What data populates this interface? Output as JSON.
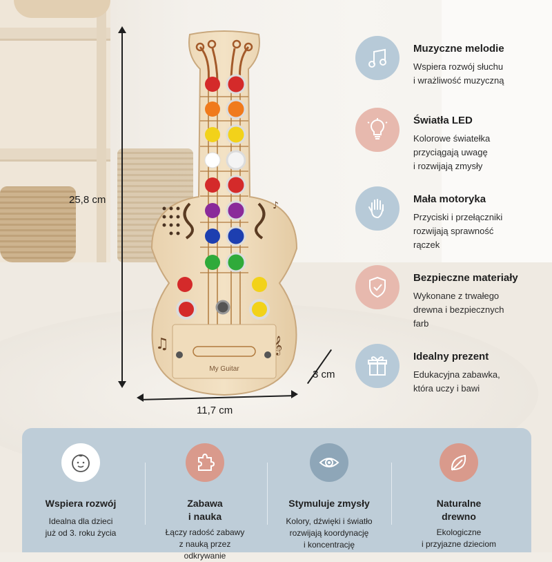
{
  "dimensions": {
    "height": "25,8 cm",
    "width": "11,7 cm",
    "depth": "3 cm"
  },
  "guitar": {
    "plate_label": "My Guitar"
  },
  "features": [
    {
      "title": "Muzyczne melodie",
      "desc1": "Wspiera rozwój słuchu",
      "desc2": "i wrażliwość muzyczną",
      "desc3": "",
      "icon": "music-note-icon",
      "color": "#b7cad8"
    },
    {
      "title": "Światła LED",
      "desc1": "Kolorowe światełka",
      "desc2": "przyciągają uwagę",
      "desc3": "i rozwijają zmysły",
      "icon": "light-bulb-icon",
      "color": "#e7b9ae"
    },
    {
      "title": "Mała motoryka",
      "desc1": "Przyciski i przełączniki",
      "desc2": "rozwijają sprawność",
      "desc3": "rączek",
      "icon": "hand-icon",
      "color": "#b7cad8"
    },
    {
      "title": "Bezpieczne materiały",
      "desc1": "Wykonane z trwałego",
      "desc2": "drewna i bezpiecznych",
      "desc3": "farb",
      "icon": "shield-check-icon",
      "color": "#e7b9ae"
    },
    {
      "title": "Idealny prezent",
      "desc1": "Edukacyjna zabawka,",
      "desc2": "która uczy i bawi",
      "desc3": "",
      "icon": "gift-icon",
      "color": "#b7cad8"
    }
  ],
  "panel": [
    {
      "title1": "Wspiera rozwój",
      "title2": "",
      "desc1": "Idealna dla dzieci",
      "desc2": "już od 3. roku życia",
      "desc3": "",
      "icon": "baby-face-icon",
      "color": "#ffffff"
    },
    {
      "title1": "Zabawa",
      "title2": "i nauka",
      "desc1": "Łączy radość zabawy",
      "desc2": "z nauką przez",
      "desc3": "odkrywanie",
      "icon": "puzzle-icon",
      "color": "#d99a8c"
    },
    {
      "title1": "Stymuluje zmysły",
      "title2": "",
      "desc1": "Kolory, dźwięki i światło",
      "desc2": "rozwijają koordynację",
      "desc3": "i koncentrację",
      "icon": "eye-icon",
      "color": "#8ea6b8"
    },
    {
      "title1": "Naturalne",
      "title2": "drewno",
      "desc1": "Ekologiczne",
      "desc2": "i przyjazne dzieciom",
      "desc3": "",
      "icon": "leaf-icon",
      "color": "#d99a8c"
    }
  ]
}
